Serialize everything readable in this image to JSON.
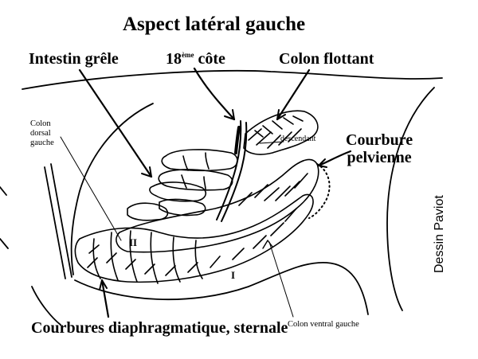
{
  "title": "Aspect latéral gauche",
  "labels": {
    "intestin_grele": "Intestin grêle",
    "cote_number": "18",
    "cote_superscript": "ème",
    "cote_word": "côte",
    "colon_flottant": "Colon flottant",
    "colon_dorsal_gauche": [
      "Colon",
      "dorsal",
      "gauche"
    ],
    "descendant": "descendant",
    "courbure_pelvienne": [
      "Courbure",
      "pelvienne"
    ],
    "courbures_diaph_sternale": "Courbures diaphragmatique, sternale",
    "colon_ventral_gauche": "Colon ventral gauche",
    "numeral_upper": "II",
    "numeral_lower": "I"
  },
  "signature": "Dessin Paviot",
  "colors": {
    "ink": "#000000",
    "background": "#ffffff"
  }
}
